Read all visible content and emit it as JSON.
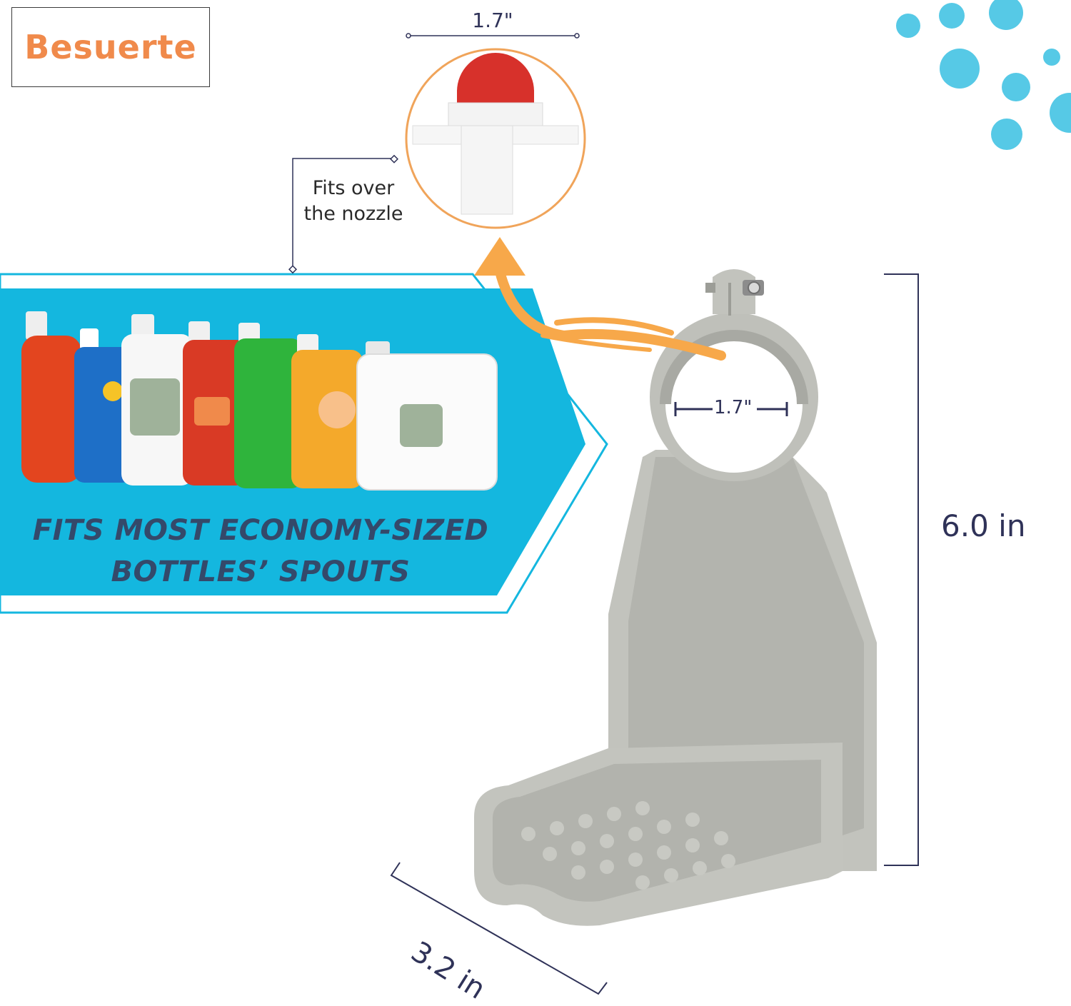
{
  "brand": {
    "name": "Besuerte"
  },
  "dimensions": {
    "nozzle_width": "1.7\"",
    "ring_diameter": "1.7\"",
    "height": "6.0 in",
    "depth": "3.2 in"
  },
  "callout": {
    "line1": "Fits over",
    "line2": "the nozzle"
  },
  "banner": {
    "line1": "FITS MOST ECONOMY-SIZED",
    "line2": "BOTTLES’ SPOUTS"
  },
  "colors": {
    "banner_blue": "#14b7df",
    "accent_orange": "#f7a84a",
    "logo_orange": "#f08a4b",
    "holder_gray": "#c2c3bd",
    "dim_navy": "#2f3258",
    "dots_cyan": "#56c9e6"
  },
  "icons": [
    "up-arrow-icon",
    "decorative-dots"
  ]
}
